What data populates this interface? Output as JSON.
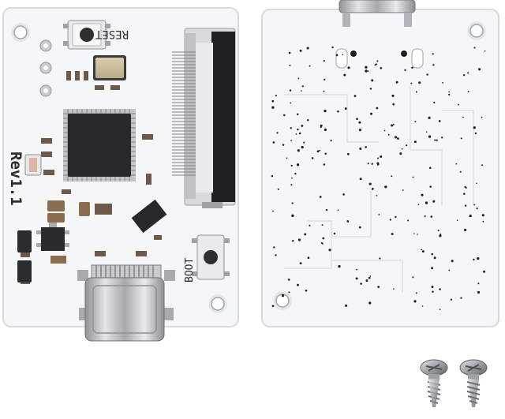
{
  "board_front": {
    "reset_label": "RESET",
    "boot_label": "BOOT",
    "revision_label": "Rev1.1"
  },
  "colors": {
    "pcb": "#f4f6f7",
    "pcb_edge": "#d9dde0",
    "chip": "#262829",
    "metal": "#b9bcc0",
    "via": "#1e1e1e"
  }
}
